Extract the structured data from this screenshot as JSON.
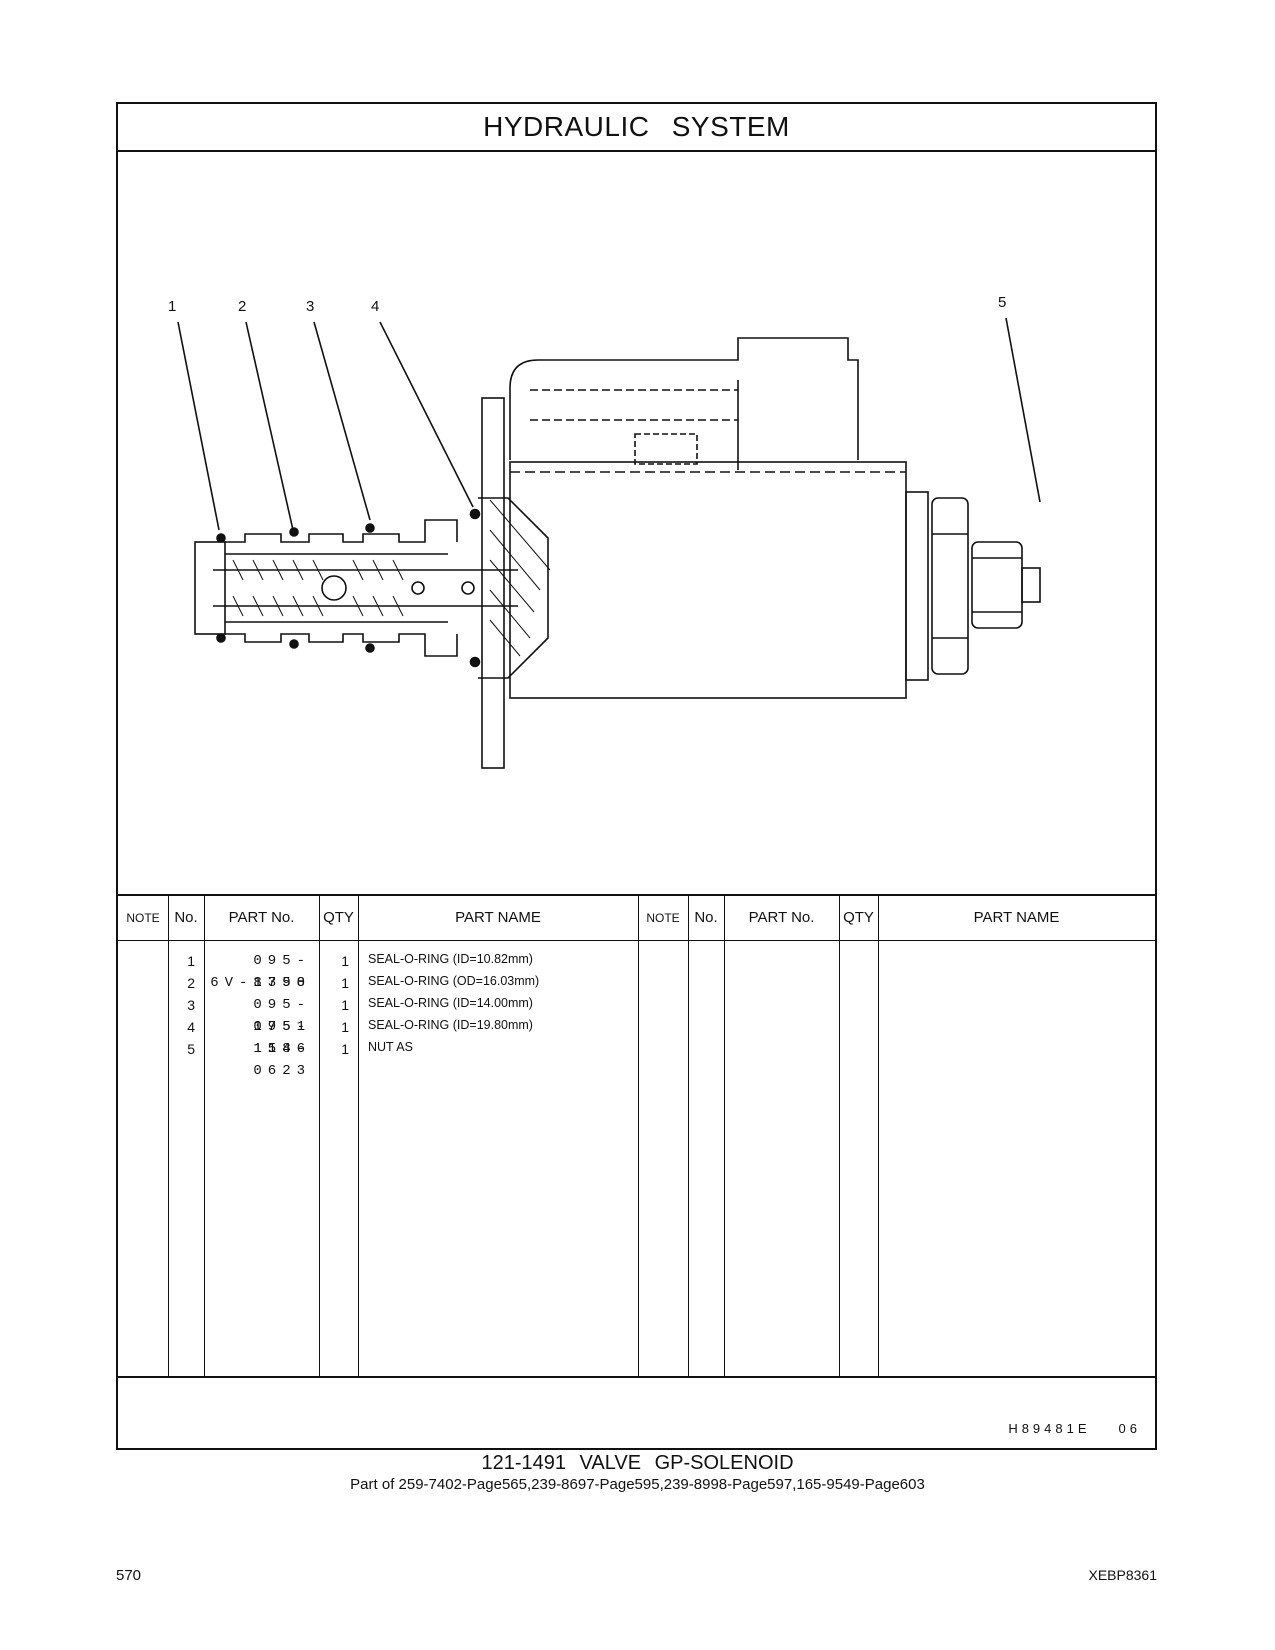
{
  "page_title": "HYDRAULIC  SYSTEM",
  "callouts": [
    "1",
    "2",
    "3",
    "4",
    "5"
  ],
  "table": {
    "headers": {
      "note": "NOTE",
      "no": "No.",
      "part_no": "PART No.",
      "qty": "QTY",
      "part_name": "PART NAME"
    },
    "rows": [
      {
        "no": "1",
        "part_no": "095-1750",
        "qty": "1",
        "name": "SEAL-O-RING (ID=10.82mm)"
      },
      {
        "no": "2",
        "part_no": "6V-8398",
        "qty": "1",
        "name": "SEAL-O-RING (OD=16.03mm)"
      },
      {
        "no": "3",
        "part_no": "095-1751",
        "qty": "1",
        "name": "SEAL-O-RING (ID=14.00mm)"
      },
      {
        "no": "4",
        "part_no": "095-1586",
        "qty": "1",
        "name": "SEAL-O-RING (ID=19.80mm)"
      },
      {
        "no": "5",
        "part_no": "114-0623",
        "qty": "1",
        "name": "NUT AS"
      }
    ]
  },
  "drawing_number": "H89481E",
  "drawing_revision": "06",
  "group_title": "121-1491  VALVE  GP-SOLENOID",
  "part_of": "Part of 259-7402-Page565,239-8697-Page595,239-8998-Page597,165-9549-Page603",
  "page_number": "570",
  "document_id": "XEBP8361"
}
